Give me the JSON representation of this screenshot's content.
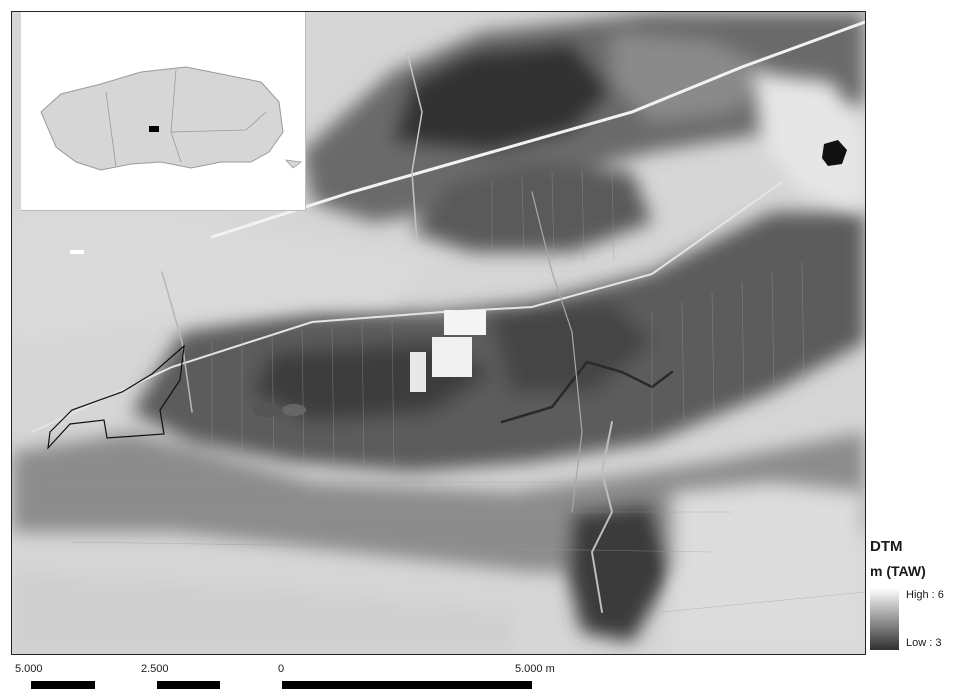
{
  "map": {
    "legend": {
      "title": "DTM",
      "unit": "m (TAW)",
      "high_label": "High : 6",
      "low_label": "Low : 3",
      "ramp_colors": [
        "#ffffff",
        "#303030"
      ]
    },
    "scalebar": {
      "labels": [
        "5.000",
        "2.500",
        "0",
        "5.000 m"
      ],
      "segment_colors": [
        "#000000",
        "#ffffff"
      ]
    },
    "colors": {
      "marsh_low": "#3a3a3a",
      "polder_mid": "#6e6e6e",
      "upland_high": "#d8d8d8",
      "inset_region": "#d6d6d6",
      "inset_marker": "#000000"
    }
  }
}
